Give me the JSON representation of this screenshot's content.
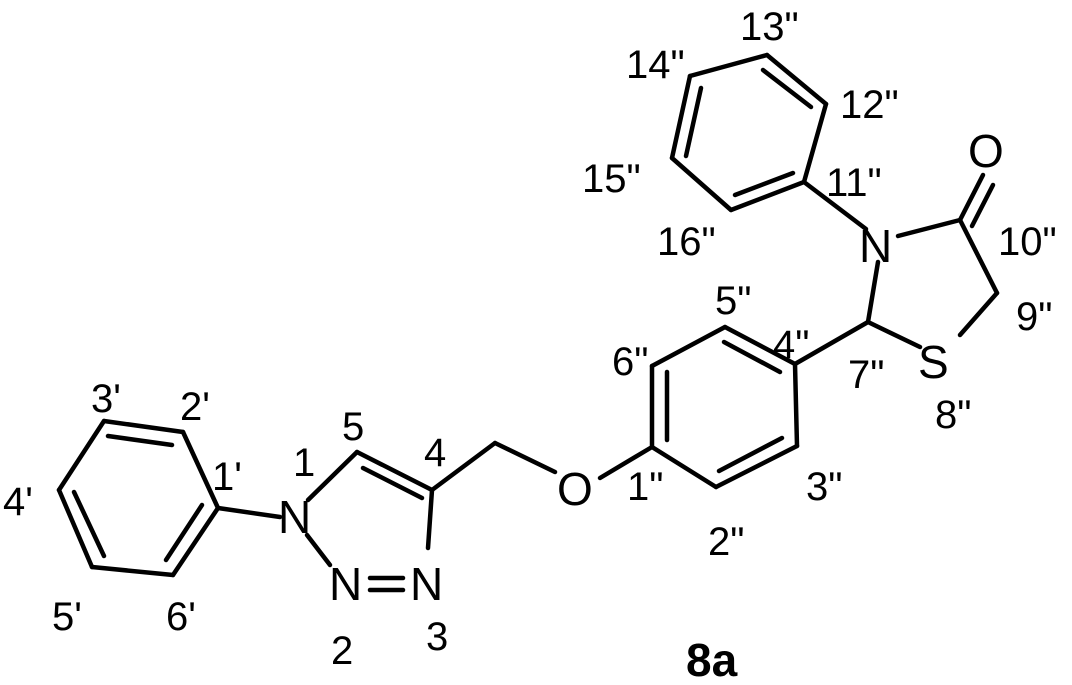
{
  "compound_label": "8a",
  "atoms": {
    "N1": "N",
    "N2": "N",
    "N3": "N",
    "O_ether": "O",
    "N_ring": "N",
    "S_ring": "S",
    "O_carbonyl": "O"
  },
  "positions": {
    "p1": "1",
    "p2": "2",
    "p3": "3",
    "p4": "4",
    "p5": "5",
    "p1p": "1'",
    "p2p": "2'",
    "p3p": "3'",
    "p4p": "4'",
    "p5p": "5'",
    "p6p": "6'",
    "p1pp": "1\"",
    "p2pp": "2\"",
    "p3pp": "3\"",
    "p4pp": "4\"",
    "p5pp": "5\"",
    "p6pp": "6\"",
    "p7pp": "7\"",
    "p8pp": "8\"",
    "p9pp": "9\"",
    "p10pp": "10\"",
    "p11pp": "11\"",
    "p12pp": "12\"",
    "p13pp": "13\"",
    "p14pp": "14\"",
    "p15pp": "15\"",
    "p16pp": "16\""
  }
}
